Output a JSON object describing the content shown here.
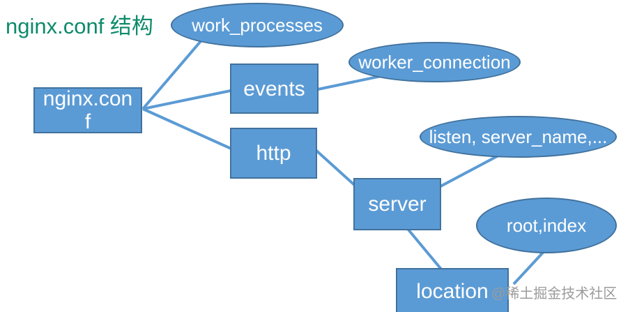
{
  "title": "nginx.conf 结构",
  "watermark": "@稀土掘金技术社区",
  "colors": {
    "node_fill": "#5b9bd5",
    "node_border": "#41719c",
    "connector": "#5b9bd5",
    "title": "#0d8a6a",
    "watermark": "#9b9b9b"
  },
  "nodes": {
    "nginx_conf": {
      "label": "nginx.conf",
      "shape": "box"
    },
    "events": {
      "label": "events",
      "shape": "box"
    },
    "http": {
      "label": "http",
      "shape": "box"
    },
    "server": {
      "label": "server",
      "shape": "box"
    },
    "location": {
      "label": "location",
      "shape": "box"
    },
    "work_processes": {
      "label": "work_processes",
      "shape": "ellipse"
    },
    "worker_connection": {
      "label": "worker_connection",
      "shape": "ellipse"
    },
    "listen_server_name": {
      "label": "listen, server_name,...",
      "shape": "ellipse"
    },
    "root_index": {
      "label": "root,index",
      "shape": "ellipse"
    }
  },
  "edges": [
    {
      "from": "nginx.conf",
      "to": "work_processes"
    },
    {
      "from": "nginx.conf",
      "to": "events"
    },
    {
      "from": "nginx.conf",
      "to": "http"
    },
    {
      "from": "events",
      "to": "worker_connection"
    },
    {
      "from": "http",
      "to": "server"
    },
    {
      "from": "server",
      "to": "listen, server_name,..."
    },
    {
      "from": "server",
      "to": "location"
    },
    {
      "from": "location",
      "to": "root,index"
    }
  ]
}
